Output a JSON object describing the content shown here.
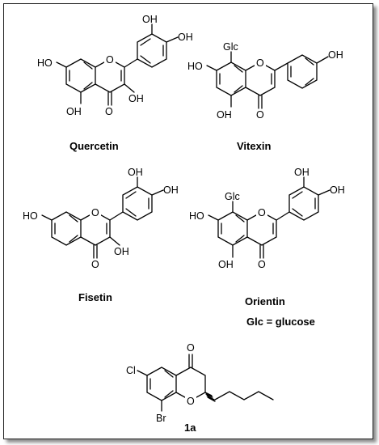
{
  "compounds": {
    "quercetin": {
      "name": "Quercetin",
      "labels": {
        "oh_3p": "OH",
        "oh_4p": "OH",
        "oh_7": "HO",
        "o1": "O",
        "oh_3": "OH",
        "oh_5": "OH",
        "o4": "O"
      }
    },
    "vitexin": {
      "name": "Vitexin",
      "labels": {
        "glc": "Glc",
        "o1": "O",
        "oh_4p": "OH",
        "oh_7": "HO",
        "oh_5": "OH",
        "o4": "O"
      }
    },
    "fisetin": {
      "name": "Fisetin",
      "labels": {
        "oh_3p": "OH",
        "oh_4p": "OH",
        "oh_7": "HO",
        "o1": "O",
        "oh_3": "OH",
        "o4": "O"
      }
    },
    "orientin": {
      "name": "Orientin",
      "labels": {
        "glc": "Glc",
        "o1": "O",
        "oh_3p": "OH",
        "oh_4p": "OH",
        "oh_7": "HO",
        "oh_5": "OH",
        "o4": "O"
      }
    },
    "compound_1a": {
      "name": "1a",
      "labels": {
        "cl": "Cl",
        "o4": "O",
        "o1": "O",
        "br": "Br"
      }
    }
  },
  "legend": {
    "glc_definition": "Glc = glucose"
  }
}
